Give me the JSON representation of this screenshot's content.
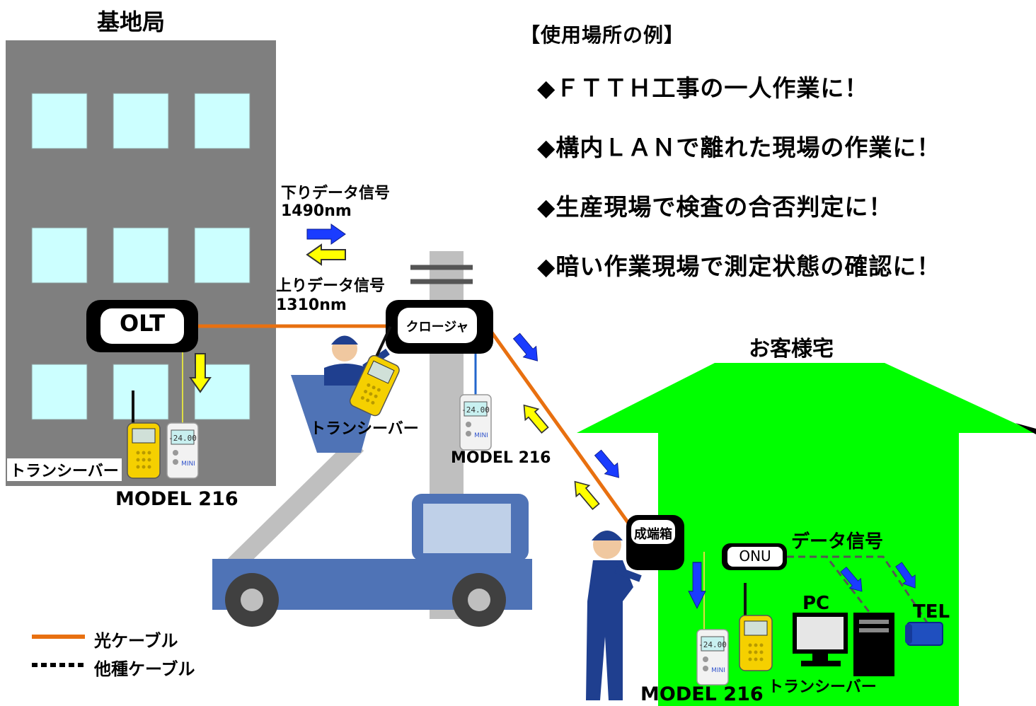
{
  "base_station": {
    "title": "基地局",
    "olt_label": "OLT",
    "transceiver_label": "トランシーバー",
    "meter_label": "MODEL 216"
  },
  "signals": {
    "down_label": "下りデータ信号",
    "down_wavelength": "1490nm",
    "up_label": "上りデータ信号",
    "up_wavelength": "1310nm"
  },
  "pole": {
    "closure_label": "クロージャ",
    "transceiver_label": "トランシーバー",
    "meter_label": "MODEL 216"
  },
  "uses": {
    "title": "【使用場所の例】",
    "items": [
      "◆ＦＴＴＨ工事の一人作業に！",
      "◆構内ＬＡＮで離れた現場の作業に！",
      "◆生産現場で検査の合否判定に！",
      "◆暗い作業現場で測定状態の確認に！"
    ]
  },
  "customer": {
    "title": "お客様宅",
    "termination_box_label": "成端箱",
    "onu_label": "ONU",
    "data_signal_label": "データ信号",
    "pc_label": "PC",
    "tel_label": "TEL",
    "meter_label": "MODEL 216",
    "transceiver_label": "トランシーバー"
  },
  "legend": {
    "optical_cable": "光ケーブル",
    "other_cable": "他種ケーブル"
  },
  "colors": {
    "building": "#7f7f7f",
    "window": "#ccffff",
    "house": "#00ff00",
    "fiber": "#e87010",
    "truck": "#4f73b6",
    "arrow_down": "#1a3cff",
    "arrow_up": "#ffff00"
  }
}
